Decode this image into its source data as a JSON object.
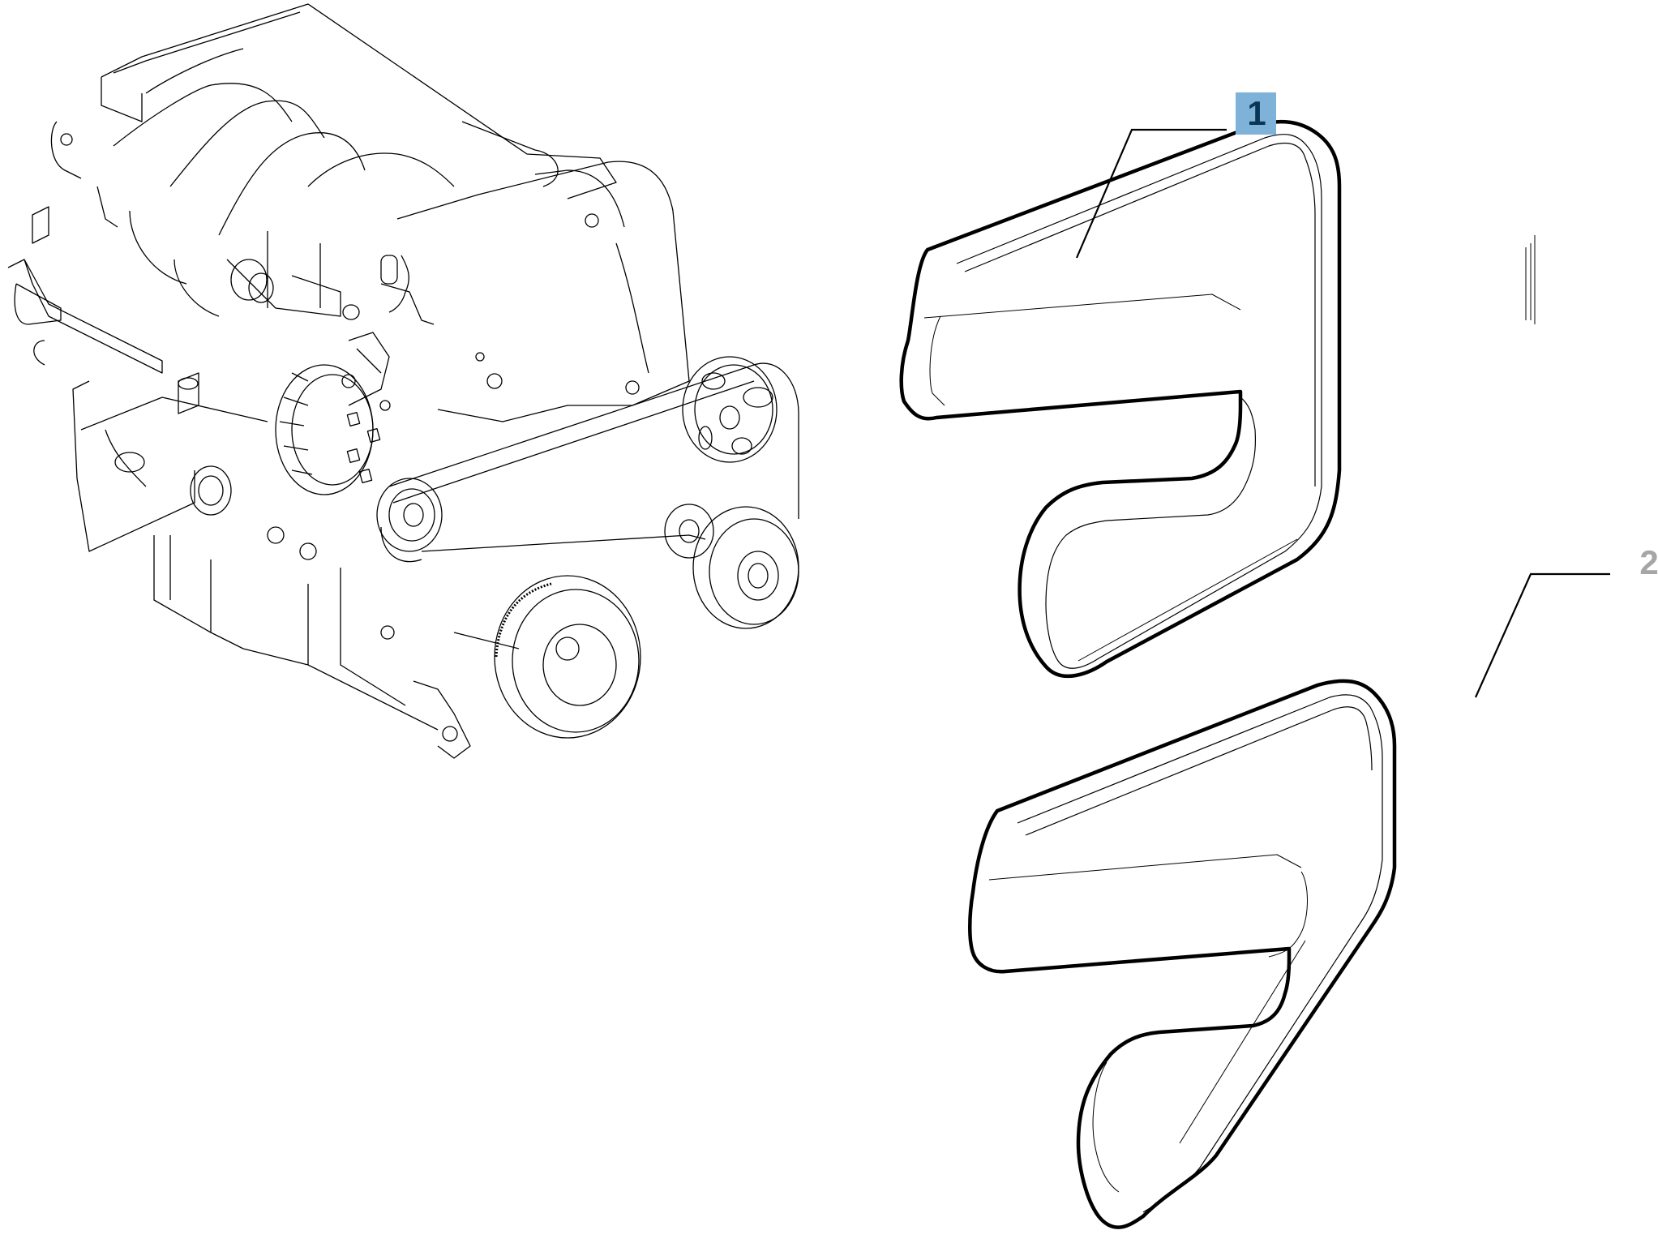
{
  "diagram": {
    "type": "parts-exploded-view",
    "subject": "engine accessory drive belts",
    "callouts": [
      {
        "id": "1",
        "label": "1",
        "highlighted": true,
        "bg_color": "#7fb2d8",
        "text_color": "#0b3556",
        "target": "belt-1"
      },
      {
        "id": "2",
        "label": "2",
        "highlighted": false,
        "bg_color": "#ffffff",
        "text_color": "#a6a6a6",
        "target": "belt-2"
      }
    ],
    "parts": [
      {
        "name": "engine-assembly",
        "description": "engine with alternator, pulleys and belt"
      },
      {
        "name": "belt-1",
        "description": "upper poly-V belt"
      },
      {
        "name": "belt-2",
        "description": "lower poly-V belt"
      }
    ],
    "colors": {
      "line": "#000000",
      "background": "#ffffff"
    }
  }
}
